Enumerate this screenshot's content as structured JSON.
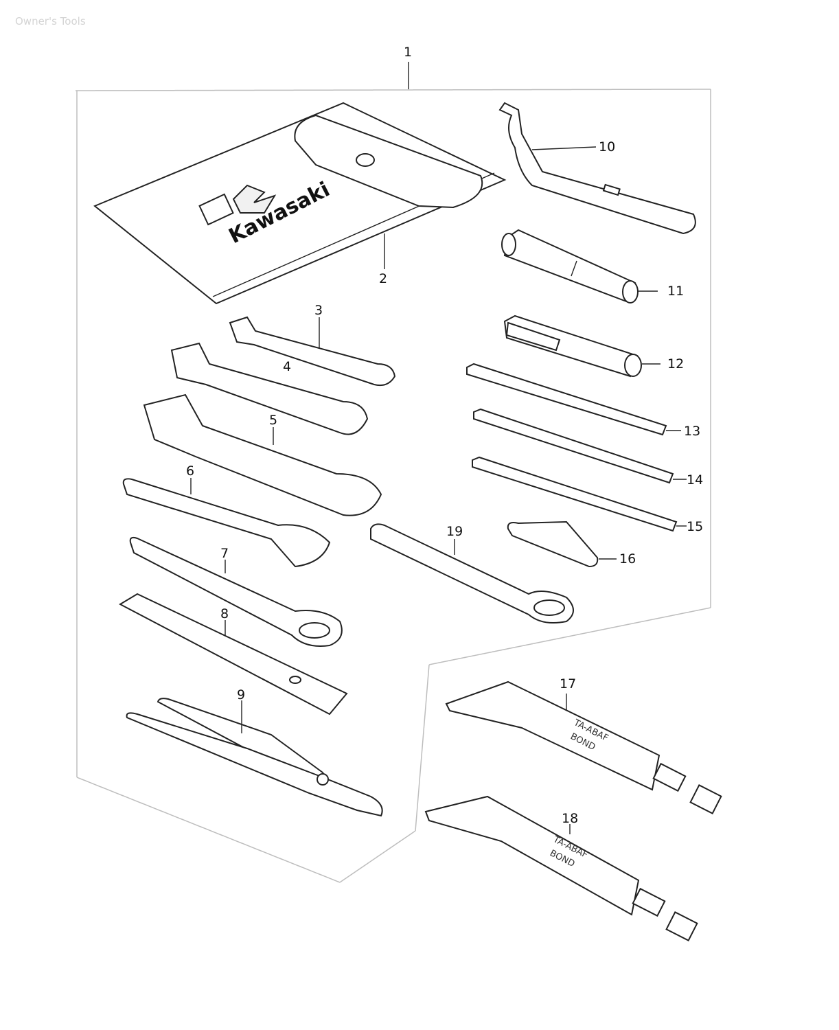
{
  "header": {
    "faint_text": "Owner's Tools"
  },
  "logo": {
    "brand": "Kawasaki"
  },
  "tubes": {
    "brand": "TA-ABAF",
    "line2": "BOND"
  },
  "callouts": [
    {
      "id": "1",
      "label": "1"
    },
    {
      "id": "2",
      "label": "2"
    },
    {
      "id": "3",
      "label": "3"
    },
    {
      "id": "4",
      "label": "4"
    },
    {
      "id": "5",
      "label": "5"
    },
    {
      "id": "6",
      "label": "6"
    },
    {
      "id": "7",
      "label": "7"
    },
    {
      "id": "8",
      "label": "8"
    },
    {
      "id": "9",
      "label": "9"
    },
    {
      "id": "10",
      "label": "10"
    },
    {
      "id": "11",
      "label": "11"
    },
    {
      "id": "12",
      "label": "12"
    },
    {
      "id": "13",
      "label": "13"
    },
    {
      "id": "14",
      "label": "14"
    },
    {
      "id": "15",
      "label": "15"
    },
    {
      "id": "16",
      "label": "16"
    },
    {
      "id": "17",
      "label": "17"
    },
    {
      "id": "18",
      "label": "18"
    },
    {
      "id": "19",
      "label": "19"
    }
  ]
}
